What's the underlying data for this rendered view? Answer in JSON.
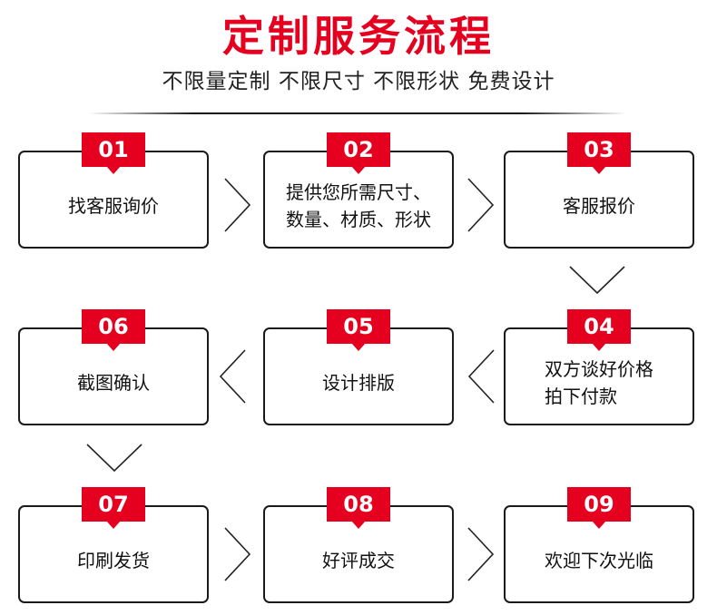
{
  "header": {
    "title": "定制服务流程",
    "subtitle": "不限量定制 不限尺寸 不限形状 免费设计"
  },
  "steps": [
    {
      "num": "01",
      "text": "找客服询价"
    },
    {
      "num": "02",
      "text": "提供您所需尺寸、\n数量、材质、形状"
    },
    {
      "num": "03",
      "text": "客服报价"
    },
    {
      "num": "04",
      "text": "双方谈好价格\n拍下付款"
    },
    {
      "num": "05",
      "text": "设计排版"
    },
    {
      "num": "06",
      "text": "截图确认"
    },
    {
      "num": "07",
      "text": "印刷发货"
    },
    {
      "num": "08",
      "text": "好评成交"
    },
    {
      "num": "09",
      "text": "欢迎下次光临"
    }
  ],
  "colors": {
    "accent": "#e6001f",
    "border": "#1a1a1a"
  },
  "icons": {
    "right": "chevron-right-icon",
    "left": "chevron-left-icon",
    "down": "chevron-down-icon"
  }
}
